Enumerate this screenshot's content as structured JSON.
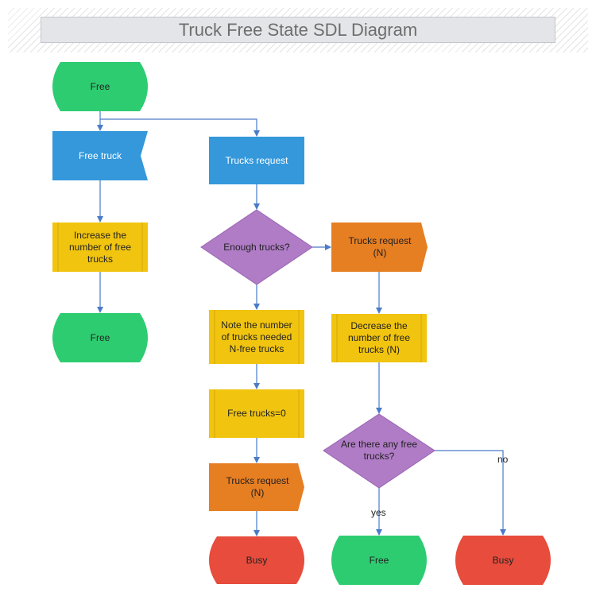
{
  "title": "Truck Free State SDL Diagram",
  "colors": {
    "state_green": "#2ecc71",
    "signal_blue": "#3498db",
    "task_yellow": "#f1c40f",
    "decision_purple": "#b07cc6",
    "output_orange": "#e67e22",
    "state_red": "#e74c3c",
    "edge": "#4a7bc8"
  },
  "nodes": {
    "start_free": "Free",
    "free_truck": "Free truck",
    "increase_free": "Increase the number of free trucks",
    "end_free_left": "Free",
    "trucks_request_in": "Trucks request",
    "enough_trucks": "Enough trucks?",
    "trucks_request_n_right": "Trucks request (N)",
    "note_needed": "Note the number of trucks needed N-free trucks",
    "decrease_free": "Decrease the number of free trucks (N)",
    "free_trucks_zero": "Free trucks=0",
    "any_free": "Are there any free trucks?",
    "trucks_request_n_left": "Trucks request (N)",
    "busy_left": "Busy",
    "free_bottom": "Free",
    "busy_right": "Busy"
  },
  "edge_labels": {
    "yes": "yes",
    "no": "no"
  }
}
